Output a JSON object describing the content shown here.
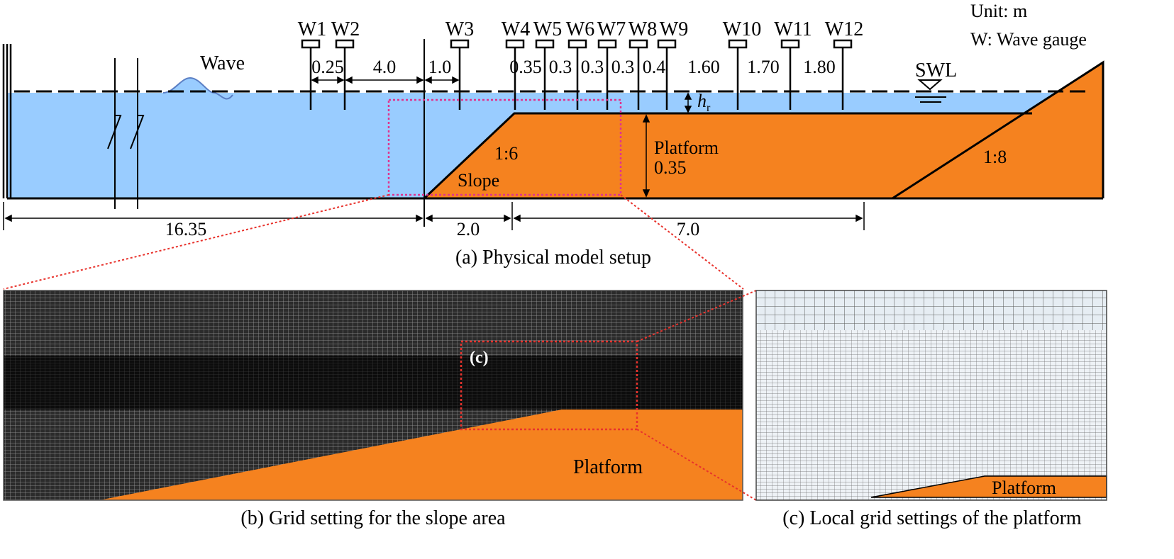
{
  "unit_note": "Unit: m",
  "gauge_note": "W: Wave gauge",
  "labels": {
    "wave": "Wave",
    "swl": "SWL",
    "hr_main": "h",
    "hr_sub": "r",
    "slope_ratio_left": "1:6",
    "slope_word": "Slope",
    "platform_word": "Platform",
    "platform_height": "0.35",
    "slope_ratio_right": "1:8",
    "zoom_c": "(c)"
  },
  "gauges": [
    "W1",
    "W2",
    "W3",
    "W4",
    "W5",
    "W6",
    "W7",
    "W8",
    "W9",
    "W10",
    "W11",
    "W12"
  ],
  "gauge_spacings": [
    "0.25",
    "4.0",
    "1.0",
    "0.35",
    "0.3",
    "0.3",
    "0.3",
    "0.4",
    "1.60",
    "1.70",
    "1.80"
  ],
  "bottom_dims": [
    "16.35",
    "2.0",
    "7.0"
  ],
  "captions": {
    "a": "(a) Physical model setup",
    "b": "(b) Grid setting for the slope area",
    "c": "(c) Local grid settings of the platform"
  },
  "colors": {
    "water": "#99ccff",
    "platform": "#f5821f",
    "zoom_box": "#e0338f",
    "zoom_lines": "#e8322c"
  }
}
